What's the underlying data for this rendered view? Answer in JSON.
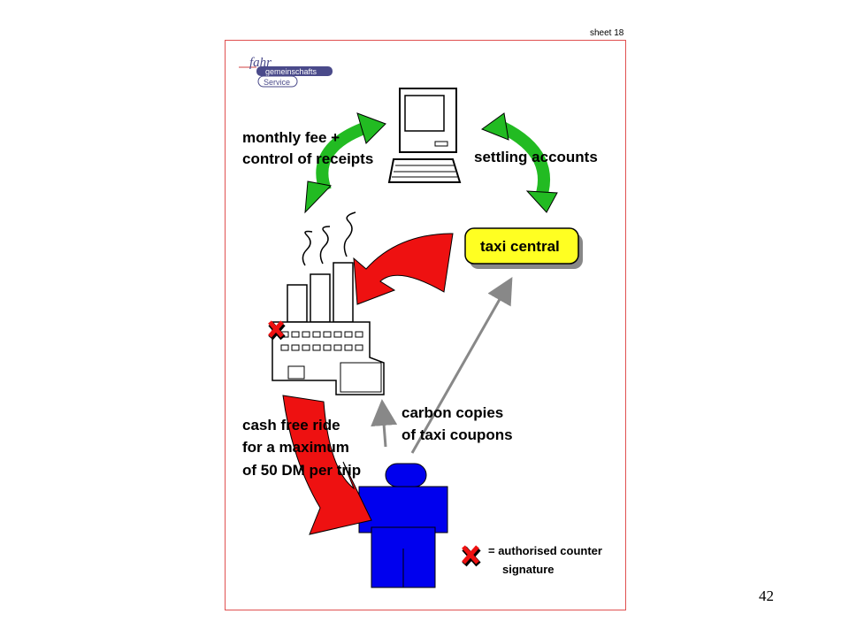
{
  "sheet_label": "sheet 18",
  "logo": {
    "line1": "fahr",
    "line2": "gemeinschafts",
    "line3": "Service"
  },
  "labels": {
    "monthly_fee_1": "monthly fee +",
    "monthly_fee_2": "control of receipts",
    "settling": "settling accounts",
    "taxi_central": "taxi central",
    "carbon_1": "carbon copies",
    "carbon_2": "of taxi coupons",
    "cash_1": "cash free ride",
    "cash_2": "for a maximum",
    "cash_3": "of 50 DM per trip"
  },
  "legend": {
    "line1": "= authorised counter",
    "line2": "signature"
  },
  "page_number": "42",
  "colors": {
    "frame": "#e05050",
    "green_arrow": "#22bb22",
    "red_arrow": "#ee1111",
    "person": "#0000ee",
    "taxi_box": "#ffff22",
    "logo_blue": "#4a4a8a"
  }
}
